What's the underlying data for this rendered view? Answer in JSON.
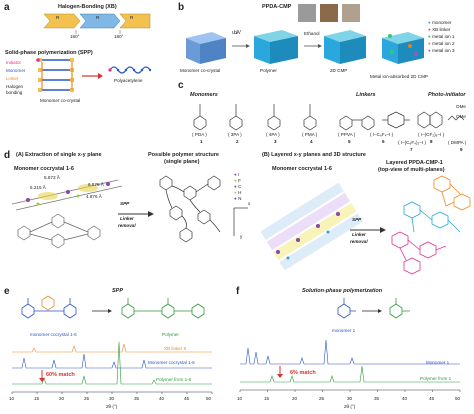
{
  "panel_a": {
    "letter": "a",
    "title": "Halogen-Bonding (XB)",
    "scheme_left": "R",
    "scheme_mid": "R",
    "scheme_right": "R",
    "angle_left": "180°",
    "angle_right": "180°",
    "spp_title": "Solid-phase polymerization (SPP)",
    "labels": {
      "initiator": "Initiator",
      "monomer": "Monomer",
      "linker": "Linker",
      "halogen": "Halogen",
      "bonding": "bonding",
      "cocrystal": "Monomer co-crystal",
      "polyacetylene": "Polyacetylene"
    }
  },
  "panel_b": {
    "letter": "b",
    "title": "PPDA-CMP",
    "uv": "UV",
    "ethanol": "Ethanol",
    "captions": [
      "Monomer co-crystal",
      "Polymer",
      "2D CMP",
      "Metal ion-absorbed 2D CMP"
    ],
    "legend": [
      "monomer",
      "XB linker",
      "metal ion 1",
      "metal ion 2",
      "metal ion 3"
    ],
    "legend_colors": [
      "#5a8fd8",
      "#e74c3c",
      "#2ecc71",
      "#e67e22",
      "#9b59b6"
    ]
  },
  "panel_c": {
    "letter": "c",
    "group_monomers": "Monomers",
    "group_linkers": "Linkers",
    "group_photo": "Photo-initiator",
    "compounds": [
      {
        "name": "( PDA )",
        "num": "1"
      },
      {
        "name": "( 3PA )",
        "num": "2"
      },
      {
        "name": "( 4PA )",
        "num": "3"
      },
      {
        "name": "( PMA )",
        "num": "4"
      },
      {
        "name": "( PPVA )",
        "num": "5"
      },
      {
        "name": "( I–C₆F₄–I )",
        "num": "6"
      },
      {
        "name": "( I–(C₆F₄)₂–I )",
        "num": "7"
      },
      {
        "name": "( I–(CF₂)₆–I )",
        "num": "8"
      },
      {
        "name": "( DMPA )",
        "num": "9"
      }
    ],
    "ome_a": "OMe",
    "ome_b": "OMe"
  },
  "panel_d": {
    "letter": "d",
    "a_title": "(A)  Extraction of single x-y plane",
    "a_possible": "Possible polymer structure",
    "a_single": "(single plane)",
    "a_cocrystal": "Monomer cocrystal 1-6",
    "a_spp": "SPP",
    "a_linker": "Linker",
    "a_removal": "removal",
    "distances": [
      "5.673 Å",
      "5.215 Å",
      "6.578 Å",
      "4.876 Å"
    ],
    "atom_legend": [
      "I",
      "F",
      "C",
      "H",
      "N"
    ],
    "atom_colors": [
      "#8e44ad",
      "#9ad13b",
      "#666666",
      "#dddddd",
      "#3b5bd6"
    ],
    "axis_x": "x",
    "axis_y": "y",
    "b_title": "(B)  Layered x-y planes and 3D structure",
    "b_cocrystal": "Monomer cocrystal 1-6",
    "b_layered": "Layered PPDA-CMP-1",
    "b_topview": "(top-view of multi-planes)",
    "b_spp": "SPP",
    "b_linker": "Linker",
    "b_removal": "removal"
  },
  "panel_e": {
    "letter": "e",
    "title": "SPP",
    "monomer_label": "monomer cocrystal 1-6",
    "polymer_label": "Polymer",
    "trace_labels": [
      "XB linker 6",
      "Monomer cocrystal 1-6",
      "Polymer from 1-6"
    ],
    "match": "60% match",
    "xlabel": "2θ (°)",
    "ticks": [
      "10",
      "15",
      "20",
      "25",
      "30",
      "35",
      "40",
      "45",
      "50"
    ]
  },
  "panel_f": {
    "letter": "f",
    "title": "Solution-phase polymerization",
    "monomer_label": "monomer 1",
    "trace_labels": [
      "Monomer 1",
      "Polymer from 1"
    ],
    "match": "6% match",
    "xlabel": "2θ (°)",
    "ticks": [
      "10",
      "15",
      "20",
      "25",
      "30",
      "35",
      "40",
      "45",
      "50"
    ]
  },
  "colors": {
    "orange": "#ee8a26",
    "blue": "#2b55c9",
    "green": "#2f9a3a",
    "red": "#d9322b",
    "magenta": "#e0358f",
    "cyan": "#2aa7dc"
  }
}
